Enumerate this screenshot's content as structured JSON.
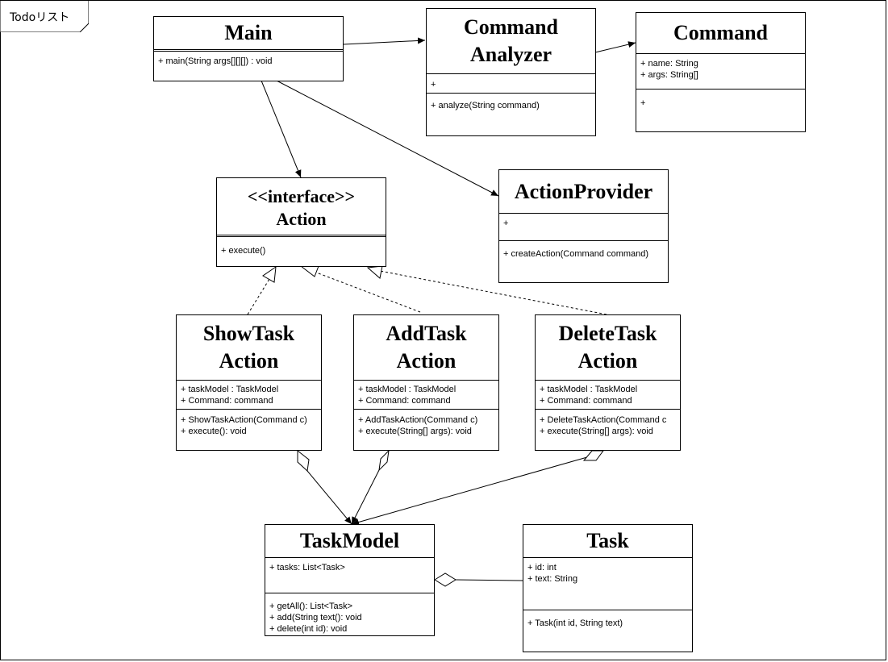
{
  "frame": {
    "title": "Todoリスト"
  },
  "classes": {
    "main": {
      "name": "Main",
      "methods": [
        "+  main(String args[][][]) : void"
      ]
    },
    "command_analyzer": {
      "name_line1": "Command",
      "name_line2": "Analyzer",
      "attributes": [
        "+"
      ],
      "methods": [
        "+ analyze(String command)"
      ]
    },
    "command": {
      "name": "Command",
      "attributes": [
        "+ name: String",
        "+ args: String[]"
      ],
      "methods": [
        "+"
      ]
    },
    "action": {
      "stereotype": "<<interface>>",
      "name": "Action",
      "methods": [
        "+ execute()"
      ]
    },
    "action_provider": {
      "name": "ActionProvider",
      "attributes": [
        "+"
      ],
      "methods": [
        "+ createAction(Command command)"
      ]
    },
    "show_task_action": {
      "name_line1": "ShowTask",
      "name_line2": "Action",
      "attributes": [
        "+ taskModel : TaskModel",
        "+ Command: command"
      ],
      "methods": [
        "+ ShowTaskAction(Command c)",
        "+ execute(): void"
      ]
    },
    "add_task_action": {
      "name_line1": "AddTask",
      "name_line2": "Action",
      "attributes": [
        "+ taskModel : TaskModel",
        "+ Command: command"
      ],
      "methods": [
        "+ AddTaskAction(Command c)",
        "+ execute(String[] args): void"
      ]
    },
    "delete_task_action": {
      "name_line1": "DeleteTask",
      "name_line2": "Action",
      "attributes": [
        "+ taskModel : TaskModel",
        "+ Command: command"
      ],
      "methods": [
        "+ DeleteTaskAction(Command c",
        "+ execute(String[] args): void"
      ]
    },
    "task_model": {
      "name": "TaskModel",
      "attributes": [
        "+ tasks: List<Task>"
      ],
      "methods": [
        "+ getAll(): List<Task>",
        "+ add(String text(): void",
        "+ delete(int id): void"
      ]
    },
    "task": {
      "name": "Task",
      "attributes": [
        "+ id: int",
        "+ text: String"
      ],
      "methods": [
        "+ Task(int id, String text)"
      ]
    }
  }
}
